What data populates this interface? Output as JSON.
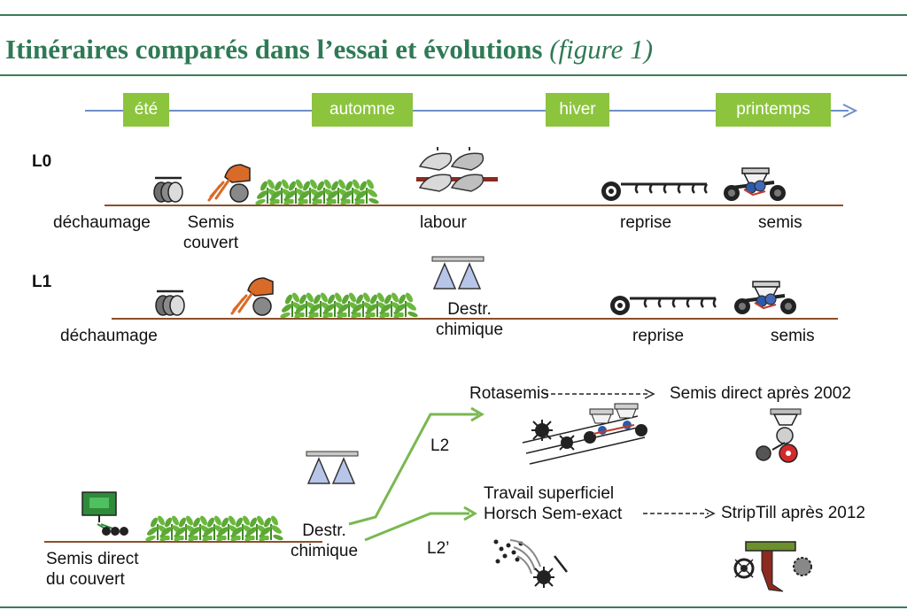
{
  "header": {
    "title": "Itinéraires comparés dans l’essai et évolutions",
    "subtitle": "(figure 1)"
  },
  "seasons": [
    "été",
    "automne",
    "hiver",
    "printemps"
  ],
  "rows": {
    "l0": {
      "label": "L0",
      "steps": [
        "déchaumage",
        "Semis",
        "couvert",
        "labour",
        "reprise",
        "semis"
      ]
    },
    "l1": {
      "label": "L1",
      "steps": [
        "déchaumage",
        "Destr.",
        "chimique",
        "reprise",
        "semis"
      ]
    },
    "bottom": {
      "start": [
        "Semis direct",
        "du couvert"
      ],
      "destr": [
        "Destr.",
        "chimique"
      ],
      "branch_l2": "L2",
      "branch_l2p": "L2’",
      "rotasemis": "Rotasemis",
      "semis_direct": "Semis direct après 2002",
      "travail": [
        "Travail superficiel",
        "Horsch Sem-exact"
      ],
      "striptill": "StripTill après 2012"
    }
  },
  "colors": {
    "title": "#2f7a55",
    "season_fill": "#8cc43e",
    "ground": "#8b4f2a",
    "timeline": "#6f8fc7",
    "branch": "#7ab850",
    "cover": "#5ca834",
    "machine_orange": "#d96b28"
  }
}
